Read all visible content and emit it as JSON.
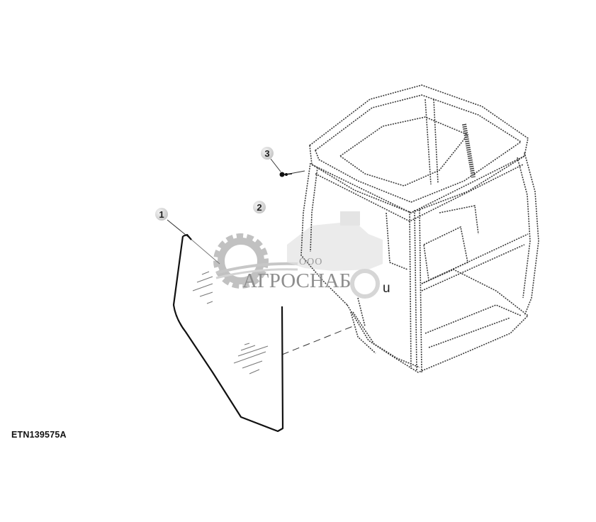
{
  "diagram": {
    "type": "exploded-parts-view",
    "subject": "operator cab frame with side glass panel",
    "figure_id": "ETN139575A",
    "callouts": [
      {
        "number": "1",
        "part": "side glass panel"
      },
      {
        "number": "2",
        "part": "cab frame"
      },
      {
        "number": "3",
        "part": "fastener"
      }
    ],
    "watermark": {
      "prefix": "ООО",
      "name": "АГРОСНАБ",
      "suffix": "u"
    }
  }
}
